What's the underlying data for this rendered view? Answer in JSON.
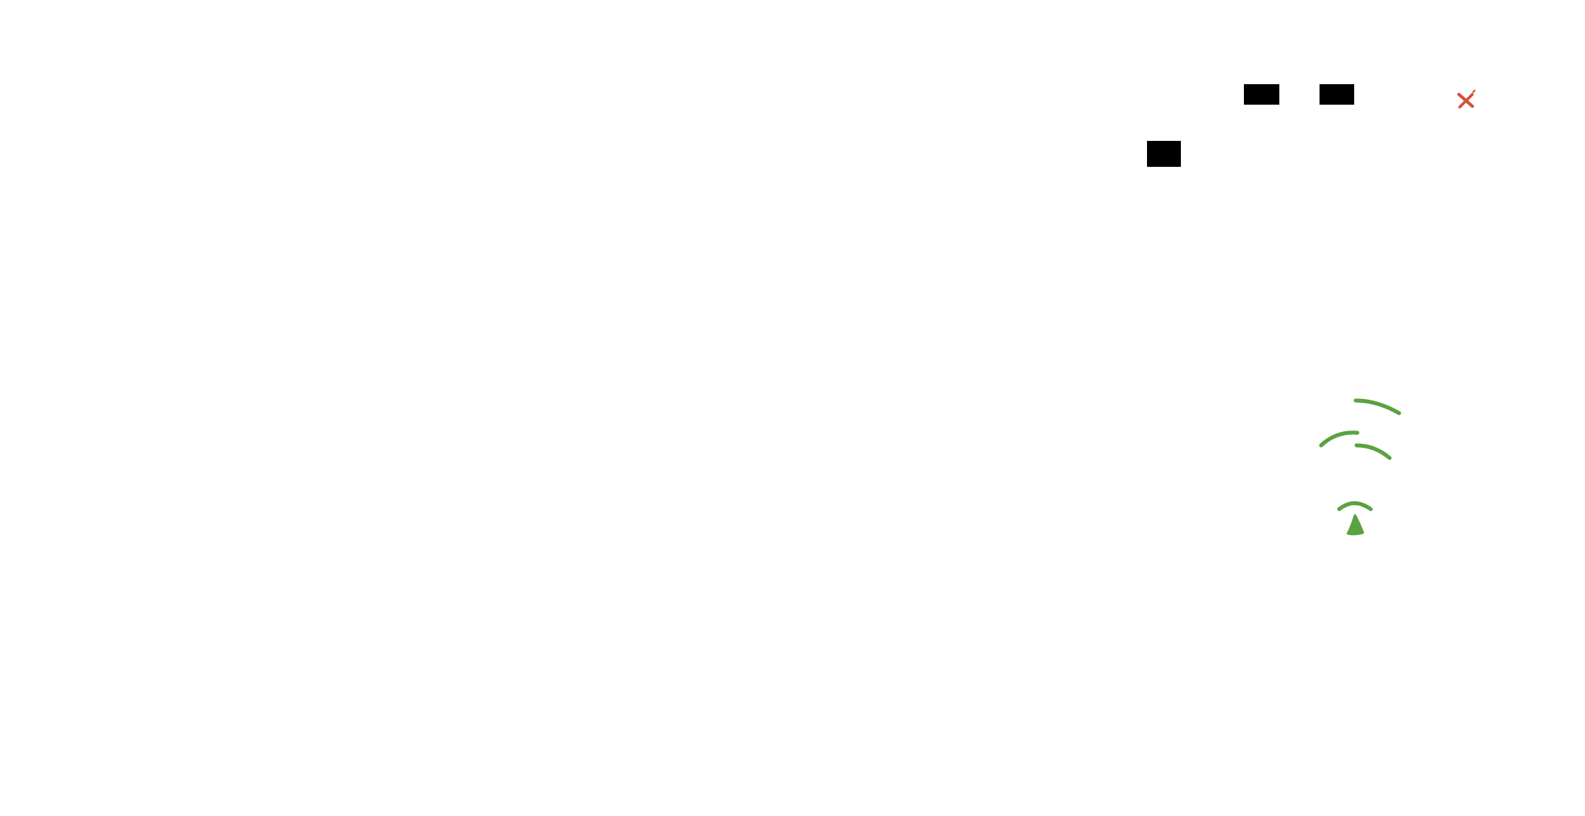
{
  "window": {
    "title": ""
  },
  "header": {
    "redactions": [
      {
        "label": "redacted-block-1"
      },
      {
        "label": "redacted-block-2"
      },
      {
        "label": "redacted-block-3"
      }
    ],
    "close_icon": "close-icon"
  },
  "status": {
    "icon": "wifi-signal-icon"
  },
  "colors": {
    "background": "#ffffff",
    "redaction": "#000000",
    "close_icon": "#d0523a",
    "signal": "#5aa23f"
  }
}
